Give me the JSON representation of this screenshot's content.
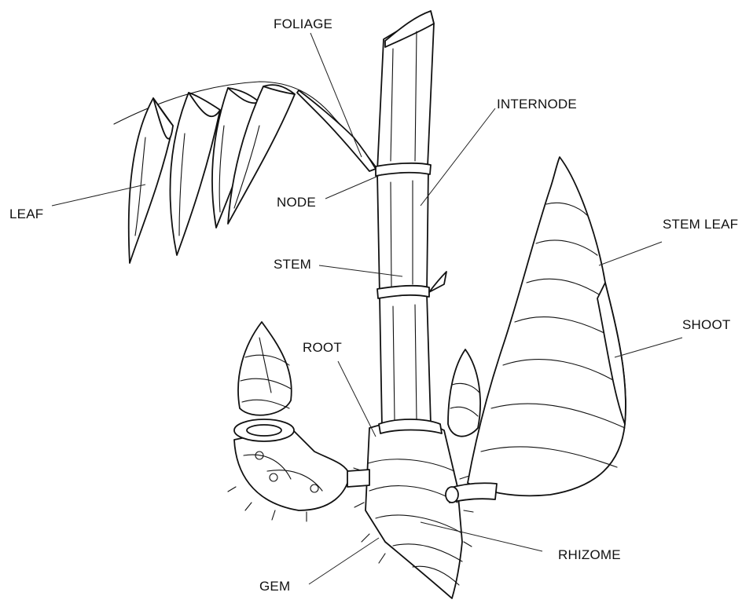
{
  "diagram": {
    "labels": {
      "foliage": "FOLIAGE",
      "internode": "INTERNODE",
      "leaf": "LEAF",
      "node": "NODE",
      "stem": "STEM",
      "stem_leaf": "STEM LEAF",
      "shoot": "SHOOT",
      "root": "ROOT",
      "rhizome": "RHIZOME",
      "gem": "GEM"
    }
  }
}
